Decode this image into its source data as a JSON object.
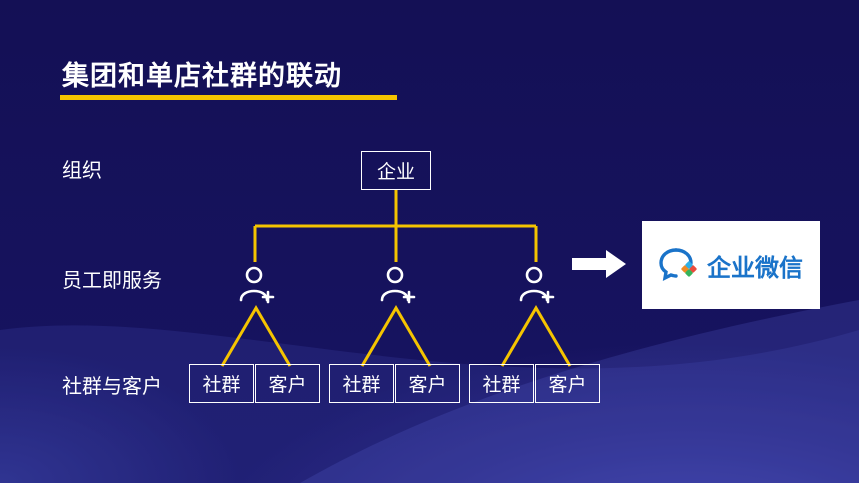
{
  "title": "集团和单店社群的联动",
  "row_labels": {
    "org": "组织",
    "staff": "员工即服务",
    "community": "社群与客户"
  },
  "diagram": {
    "root": "企业",
    "groups": [
      {
        "left": "社群",
        "right": "客户"
      },
      {
        "left": "社群",
        "right": "客户"
      },
      {
        "left": "社群",
        "right": "客户"
      }
    ],
    "product": "企业微信"
  },
  "colors": {
    "background": "#15125a",
    "accent": "#f5c400",
    "text": "#ffffff",
    "product_text": "#1a73c9"
  },
  "icons": [
    "person-add-icon",
    "arrow-right-icon",
    "wecom-logo-icon"
  ]
}
